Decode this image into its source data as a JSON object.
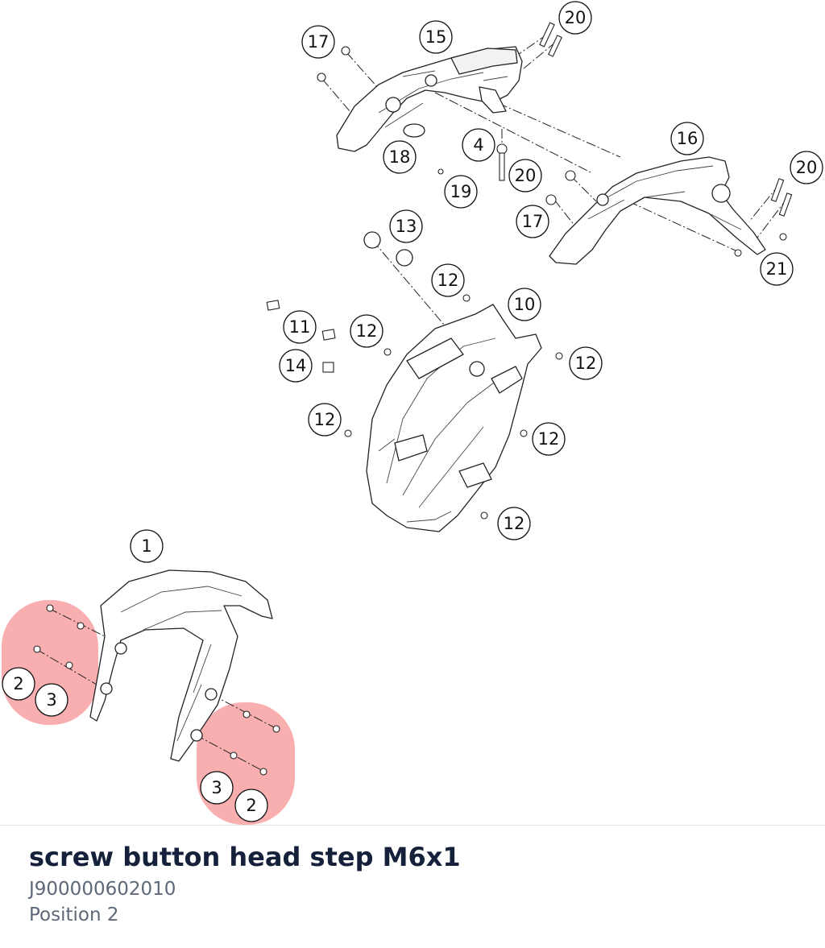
{
  "part": {
    "name": "screw button head step M6x1",
    "number": "J900000602010",
    "position": "Position 2"
  },
  "callouts": [
    {
      "label": "17"
    },
    {
      "label": "15"
    },
    {
      "label": "20"
    },
    {
      "label": "18"
    },
    {
      "label": "4"
    },
    {
      "label": "20"
    },
    {
      "label": "19"
    },
    {
      "label": "16"
    },
    {
      "label": "20"
    },
    {
      "label": "17"
    },
    {
      "label": "21"
    },
    {
      "label": "13"
    },
    {
      "label": "12"
    },
    {
      "label": "10"
    },
    {
      "label": "11"
    },
    {
      "label": "12"
    },
    {
      "label": "14"
    },
    {
      "label": "12"
    },
    {
      "label": "12"
    },
    {
      "label": "12"
    },
    {
      "label": "12"
    },
    {
      "label": "1"
    },
    {
      "label": "2"
    },
    {
      "label": "3"
    },
    {
      "label": "3"
    },
    {
      "label": "2"
    }
  ],
  "colors": {
    "highlight": "#f57a7a",
    "title": "#15213a",
    "meta": "#5d6879"
  }
}
